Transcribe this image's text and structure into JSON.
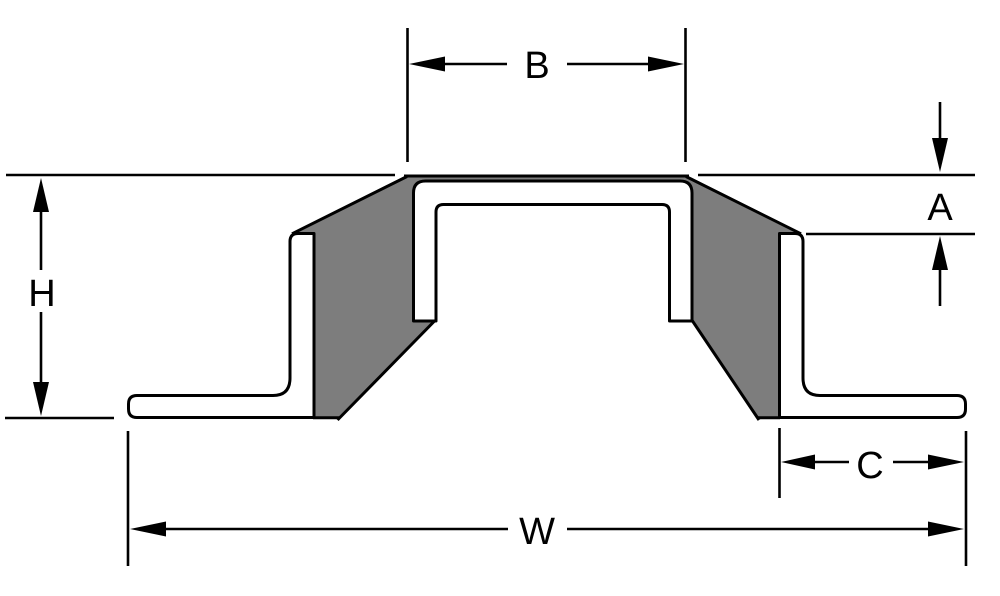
{
  "diagram": {
    "kind": "mount-cross-section-dimension-drawing",
    "dimension_labels": {
      "top_width": "B",
      "cap_offset": "A",
      "overall_height": "H",
      "foot_flange_length": "C",
      "overall_width": "W"
    },
    "colors": {
      "body_fill": "#7d7d7d",
      "outline": "#000000",
      "background": "#ffffff",
      "label_text": "#000000"
    }
  }
}
